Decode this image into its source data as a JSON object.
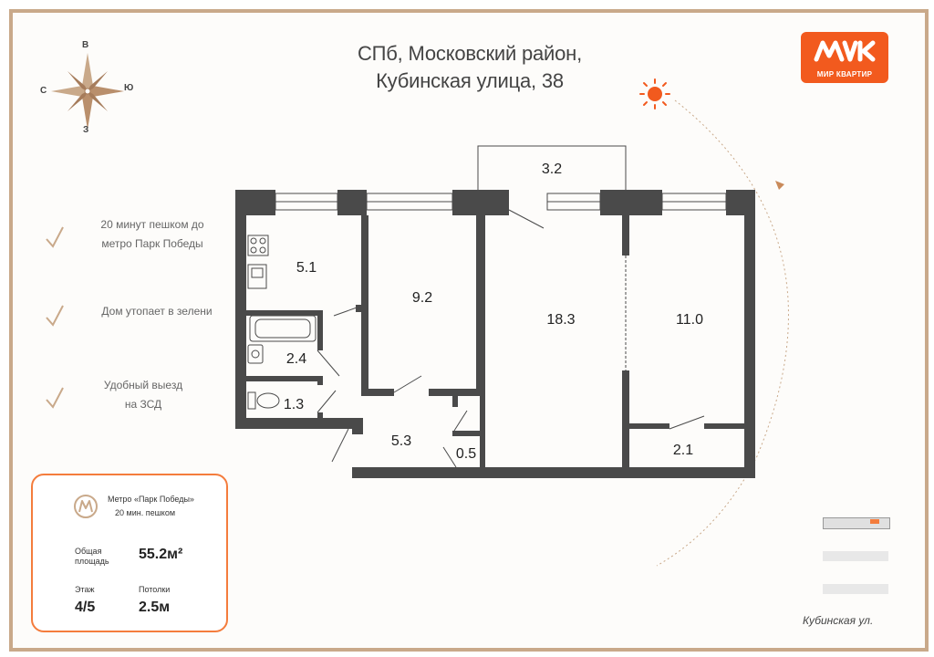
{
  "header": {
    "title_line1": "СПб, Московский район,",
    "title_line2": "Кубинская улица, 38"
  },
  "brand": {
    "logo_text": "МИР КВАРТИР",
    "color": "#f25a1e"
  },
  "compass": {
    "north": "В",
    "west": "С",
    "east": "Ю",
    "south": "З"
  },
  "features": [
    {
      "line1": "20 минут пешком до",
      "line2": "метро Парк Победы"
    },
    {
      "line1": "Дом утопает в зелени",
      "line2": ""
    },
    {
      "line1": "Удобный выезд",
      "line2": "на ЗСД"
    }
  ],
  "rooms": {
    "balcony": "3.2",
    "kitchen": "5.1",
    "room_small": "9.2",
    "living": "18.3",
    "bedroom": "11.0",
    "bathroom": "2.4",
    "toilet": "1.3",
    "hall": "5.3",
    "closet": "0.5",
    "storage": "2.1"
  },
  "info_card": {
    "metro_line1": "Метро «Парк Победы»",
    "metro_line2": "20 мин. пешком",
    "area_label_line1": "Общая",
    "area_label_line2": "площадь",
    "area_value": "55.2м²",
    "floor_label": "Этаж",
    "floor_value": "4/5",
    "ceiling_label": "Потолки",
    "ceiling_value": "2.5м",
    "accent": "#f47c3c"
  },
  "street_label": "Кубинская ул.",
  "colors": {
    "wall": "#4a4a4a",
    "sun": "#f25a1e",
    "frame": "#c9a98a"
  }
}
